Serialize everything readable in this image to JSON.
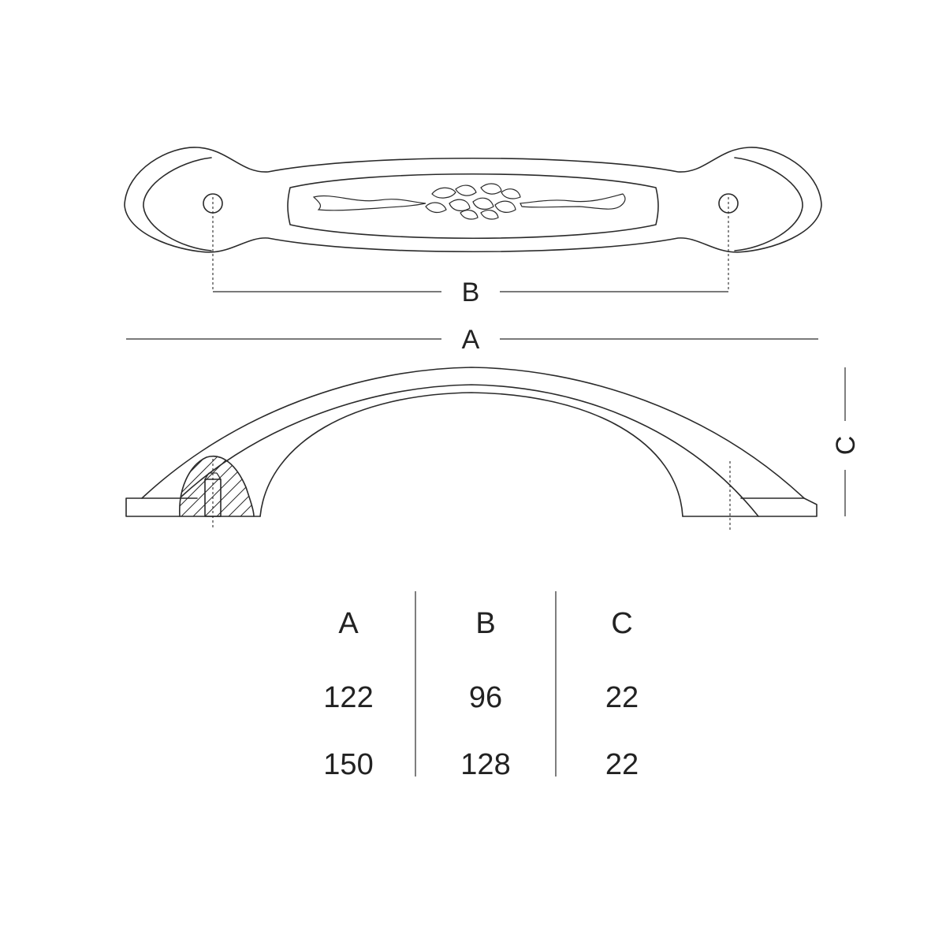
{
  "dimension_labels": {
    "a": "A",
    "b": "B",
    "c": "C"
  },
  "table": {
    "headers": [
      "A",
      "B",
      "C"
    ],
    "rows": [
      [
        "122",
        "96",
        "22"
      ],
      [
        "150",
        "128",
        "22"
      ]
    ]
  }
}
